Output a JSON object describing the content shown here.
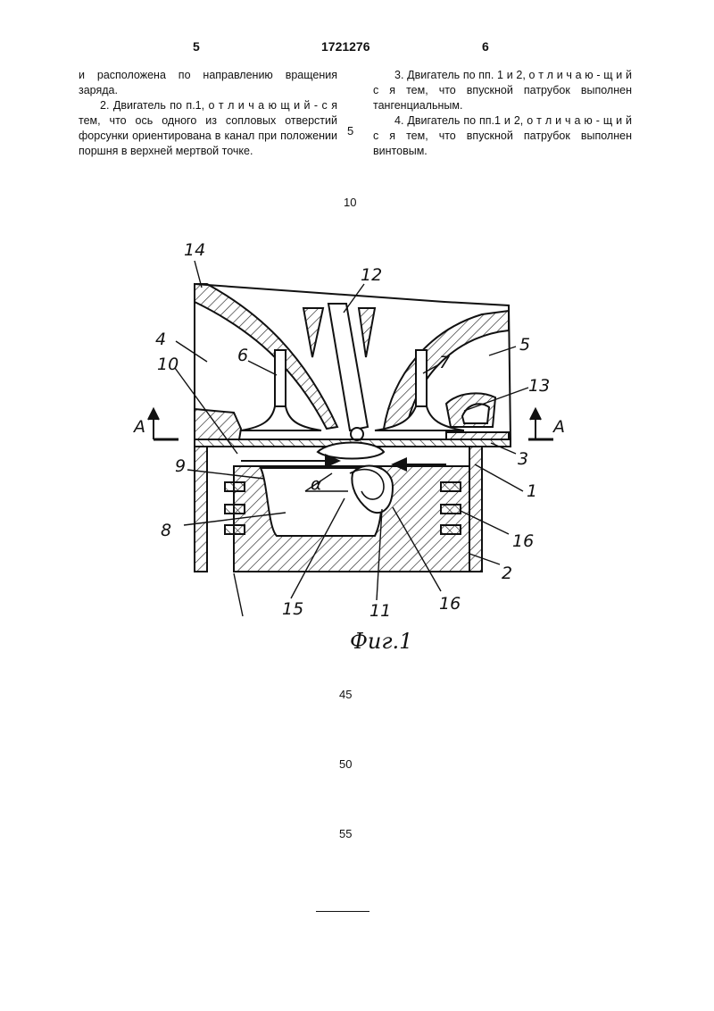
{
  "header": {
    "left_page": "5",
    "doc_number": "1721276",
    "right_page": "6"
  },
  "left_column": {
    "p1": "и расположена по направлению вращения заряда.",
    "p2": "2. Двигатель по п.1, о т л и ч а ю щ и й - с я тем, что ось одного из сопловых отверстий форсунки ориентирована в канал при положении поршня в верхней мертвой точке."
  },
  "right_column": {
    "p3": "3. Двигатель по пп. 1 и 2, о т л и ч а ю - щ и й с я тем, что впускной патрубок выполнен тангенциальным.",
    "p4": "4. Двигатель по пп.1 и 2, о т л и ч а ю - щ и й с я тем, что впускной патрубок выполнен винтовым."
  },
  "line_numbers": {
    "n5": "5",
    "n10": "10",
    "n45": "45",
    "n50": "50",
    "n55": "55"
  },
  "figure": {
    "labels": {
      "l14": "14",
      "l12": "12",
      "l4": "4",
      "l5": "5",
      "l6": "6",
      "l7": "7",
      "l10": "10",
      "l13": "13",
      "A_left": "A",
      "A_right": "A",
      "l3": "3",
      "l9": "9",
      "l1": "1",
      "alpha": "α",
      "l8": "8",
      "l16a": "16",
      "l2": "2",
      "l15": "15",
      "l11": "11",
      "l16b": "16"
    },
    "caption": "Фиг.1"
  }
}
